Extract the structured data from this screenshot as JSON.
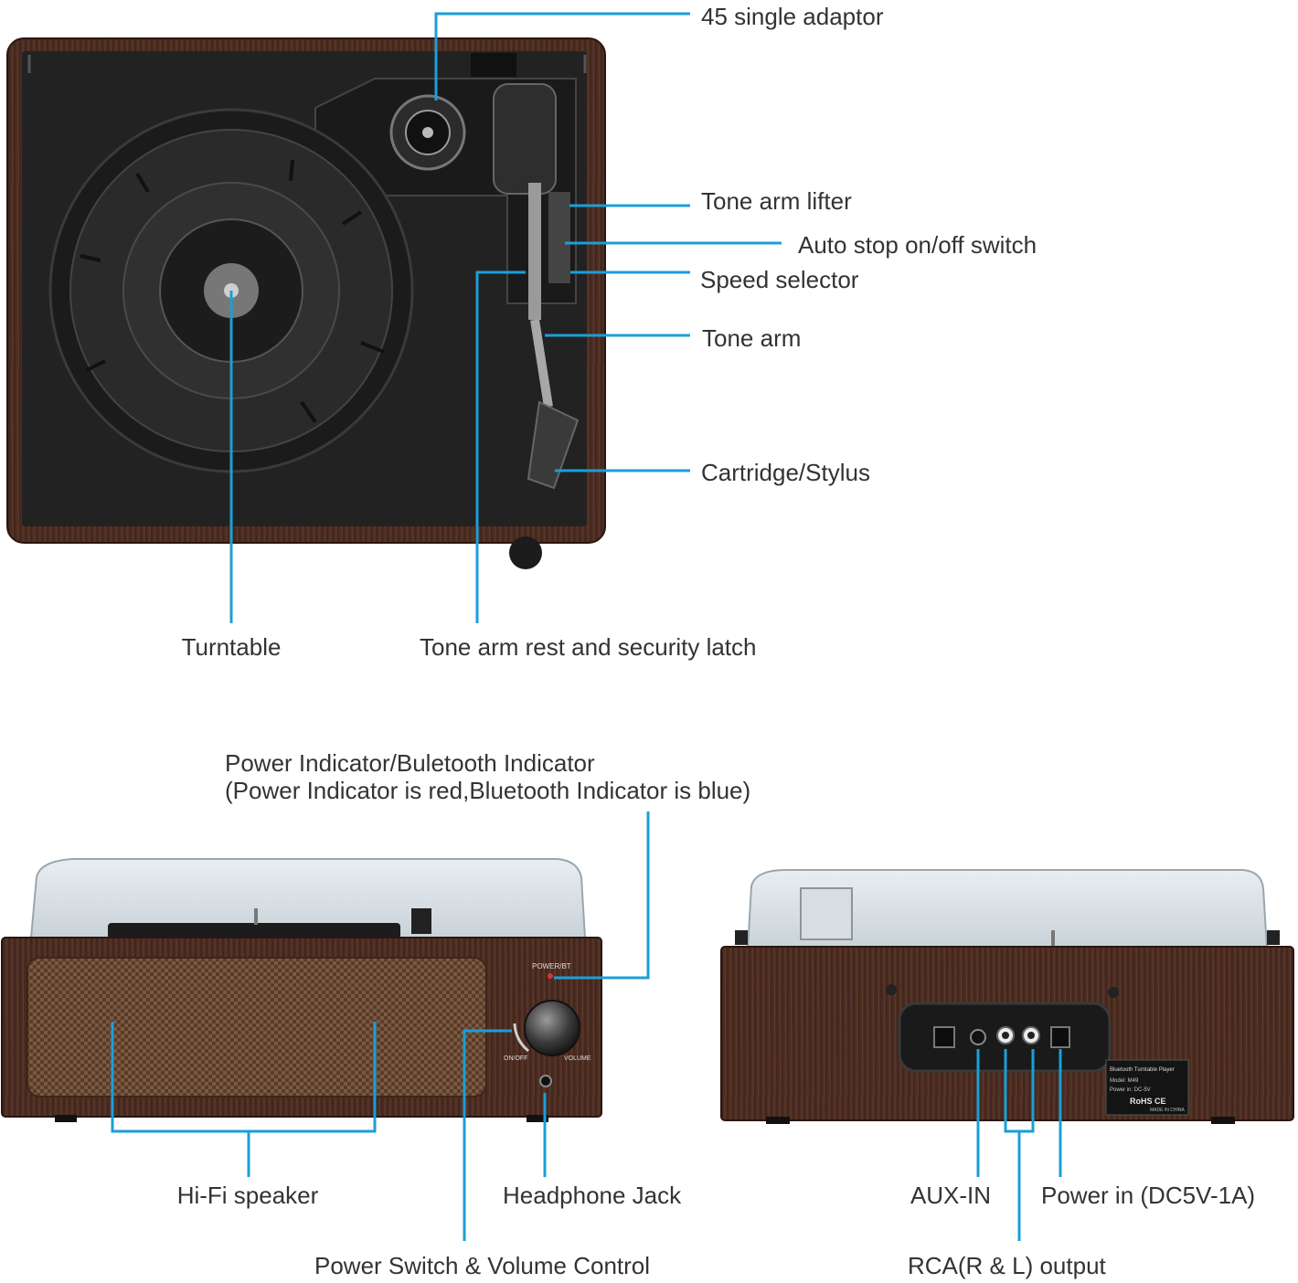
{
  "colors": {
    "callout": "#1a9fd8",
    "wood": "#4a2c21",
    "plinth": "#161616",
    "grille": "#6b4a36"
  },
  "top_view": {
    "labels": {
      "adaptor": "45 single adaptor",
      "lifter": "Tone arm lifter",
      "autostop": "Auto stop on/off switch",
      "speed": "Speed selector",
      "tonearm": "Tone arm",
      "cartridge": "Cartridge/Stylus",
      "turntable": "Turntable",
      "rest": "Tone arm rest and security latch"
    }
  },
  "front_view": {
    "indicator_line1": "Power Indicator/Buletooth Indicator",
    "indicator_line2": "(Power Indicator is red,Bluetooth Indicator is blue)",
    "panel_text": {
      "power_bt": "POWER/BT",
      "on_off": "ON/OFF",
      "volume": "VOLUME"
    },
    "labels": {
      "speaker": "Hi-Fi speaker",
      "headphone": "Headphone Jack",
      "power_volume": "Power Switch & Volume Control"
    }
  },
  "back_view": {
    "labels": {
      "aux": "AUX-IN",
      "power_in": "Power in (DC5V-1A)",
      "rca": "RCA(R & L) output"
    },
    "sticker": {
      "title": "Bluetooth Turntable Player",
      "model": "Model: M49",
      "power": "Power in: DC-5V",
      "marks": "RoHS CE",
      "origin": "MADE IN CHINA"
    }
  }
}
